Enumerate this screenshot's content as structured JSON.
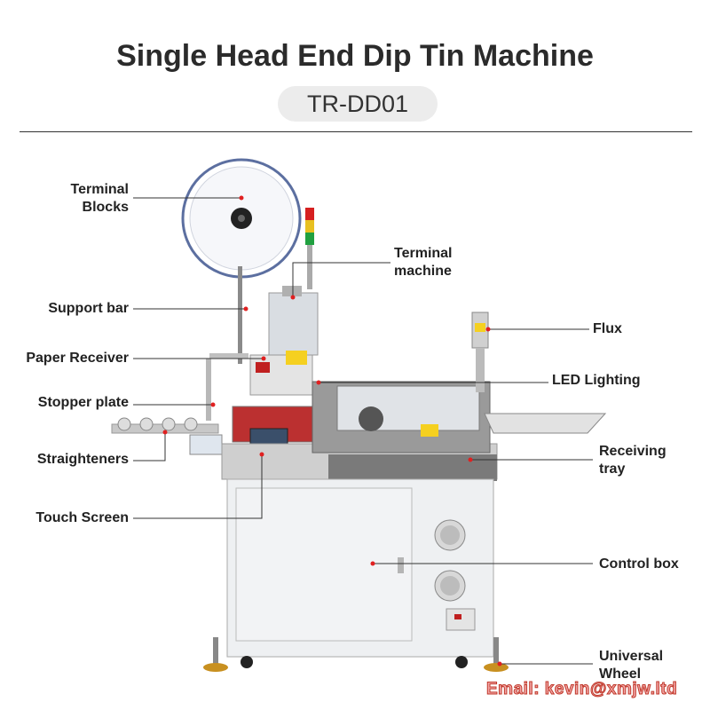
{
  "header": {
    "title": "Single Head End Dip Tin Machine",
    "model": "TR-DD01"
  },
  "labels": {
    "terminal_blocks_1": "Terminal",
    "terminal_blocks_2": "Blocks",
    "support_bar": "Support bar",
    "paper_receiver": "Paper Receiver",
    "stopper_plate": "Stopper plate",
    "straighteners": "Straighteners",
    "touch_screen": "Touch Screen",
    "terminal_machine_1": "Terminal",
    "terminal_machine_2": "machine",
    "flux": "Flux",
    "led_lighting": "LED Lighting",
    "receiving_tray_1": "Receiving",
    "receiving_tray_2": "tray",
    "control_box": "Control box",
    "universal_wheel_1": "Universal",
    "universal_wheel_2": "Wheel"
  },
  "footer": {
    "email": "Email: kevin@xmjw.ltd"
  },
  "colors": {
    "callout_dot": "#e02020",
    "machine_body": "#eef0f2",
    "machine_top": "#c8c8c8",
    "signal_red": "#d62020",
    "signal_yellow": "#e8c020",
    "signal_green": "#20a040",
    "email_fill": "#f2a5a5"
  }
}
